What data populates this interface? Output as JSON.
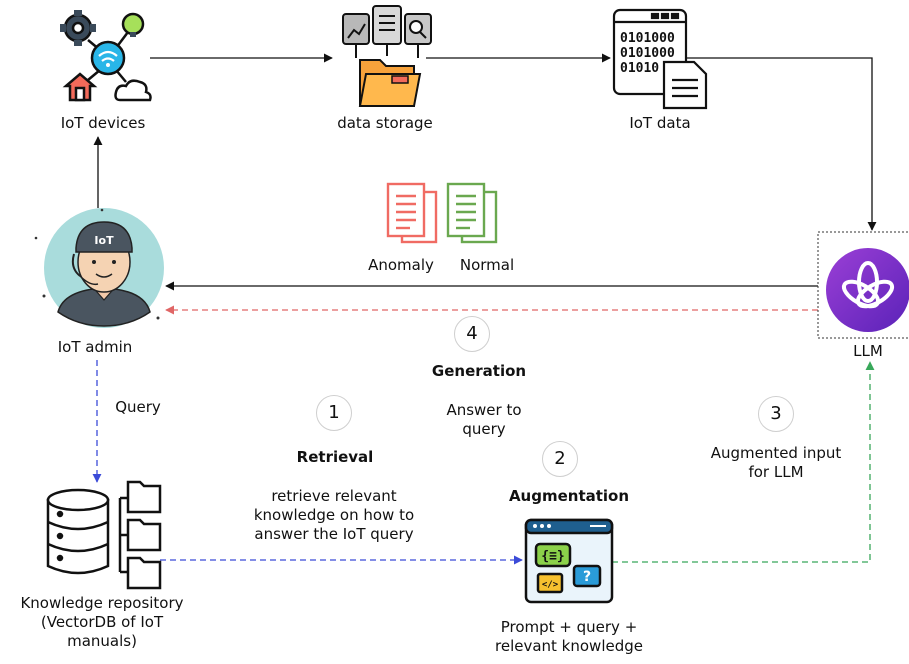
{
  "nodes": {
    "iot_devices": "IoT devices",
    "data_storage": "data storage",
    "iot_data": "IoT data",
    "iot_admin": "IoT admin",
    "llm": "LLM",
    "knowledge_repository": [
      "Knowledge repository",
      "(VectorDB of IoT",
      "manuals)"
    ],
    "prompt": [
      "Prompt + query +",
      "relevant knowledge"
    ]
  },
  "documents": {
    "anomaly": "Anomaly",
    "normal": "Normal"
  },
  "steps": [
    {
      "number": "1",
      "title": "Retrieval",
      "text": [
        "retrieve relevant",
        "knowledge on how to",
        "answer the IoT query"
      ]
    },
    {
      "number": "2",
      "title": "Augmentation"
    },
    {
      "number": "3",
      "text": [
        "Augmented input",
        "for LLM"
      ]
    },
    {
      "number": "4",
      "title": "Generation",
      "text": [
        "Answer to",
        "query"
      ]
    }
  ],
  "edges": {
    "query": "Query"
  },
  "icons": [
    "iot-devices-icon",
    "data-storage-icon",
    "iot-data-icon",
    "admin-avatar-icon",
    "openai-logo-icon",
    "database-icon",
    "prompt-window-icon",
    "anomaly-document-icon",
    "normal-document-icon"
  ],
  "colors": {
    "anomaly": "#f06b63",
    "normal": "#6aa84f",
    "query_arrow": "#3b4bd8",
    "answer_arrow": "#e06666",
    "augment_arrow": "#38a85a",
    "llm_purple": "#7b2fd0",
    "folder_orange": "#f7a23b"
  }
}
